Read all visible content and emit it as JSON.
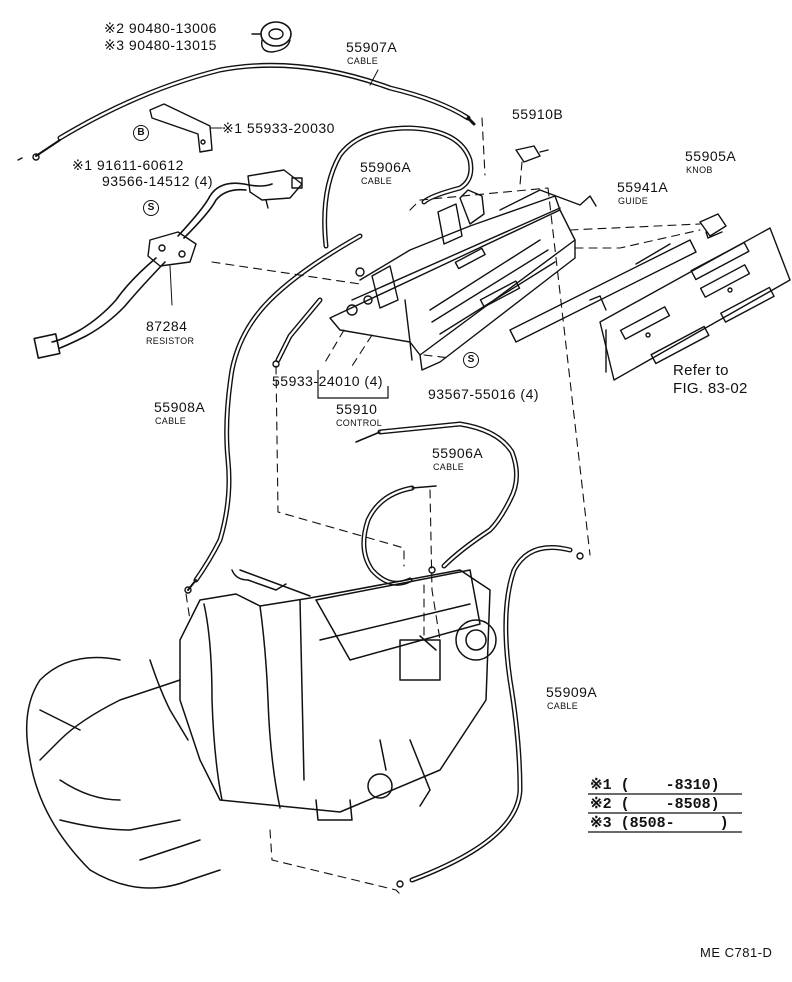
{
  "labels": {
    "p2_number": "※2  90480-13006",
    "p3_number": "※3  90480-13015",
    "cable_55907a": "55907A",
    "cable_55907a_sub": "CABLE",
    "p55910b": "55910B",
    "p55933_20030": "※1 55933-20030",
    "p91611": "※1 91611-60612",
    "p93566": "93566-14512 (4)",
    "cable_55906a_upper": "55906A",
    "cable_55906a_upper_sub": "CABLE",
    "knob_55905a": "55905A",
    "knob_sub": "KNOB",
    "guide_55941a": "55941A",
    "guide_sub": "GUIDE",
    "resistor_87284": "87284",
    "resistor_sub": "RESISTOR",
    "p55933_24010": "55933-24010 (4)",
    "p93567": "93567-55016 (4)",
    "control_55910": "55910",
    "control_sub": "CONTROL",
    "cable_55908a": "55908A",
    "cable_55908a_sub": "CABLE",
    "cable_55906a_lower": "55906A",
    "cable_55906a_lower_sub": "CABLE",
    "cable_55909a": "55909A",
    "cable_55909a_sub": "CABLE",
    "refer_line1": "Refer to",
    "refer_line2": "FIG. 83-02",
    "circle_b": "B",
    "circle_s1": "S",
    "circle_s2": "S",
    "figure_code": "ME C781-D"
  },
  "legend": {
    "row1": "※1 (    -8310)",
    "row2": "※2 (    -8508)",
    "row3": "※3 (8508-     )"
  },
  "colors": {
    "ink": "#111111",
    "paper": "#ffffff"
  }
}
